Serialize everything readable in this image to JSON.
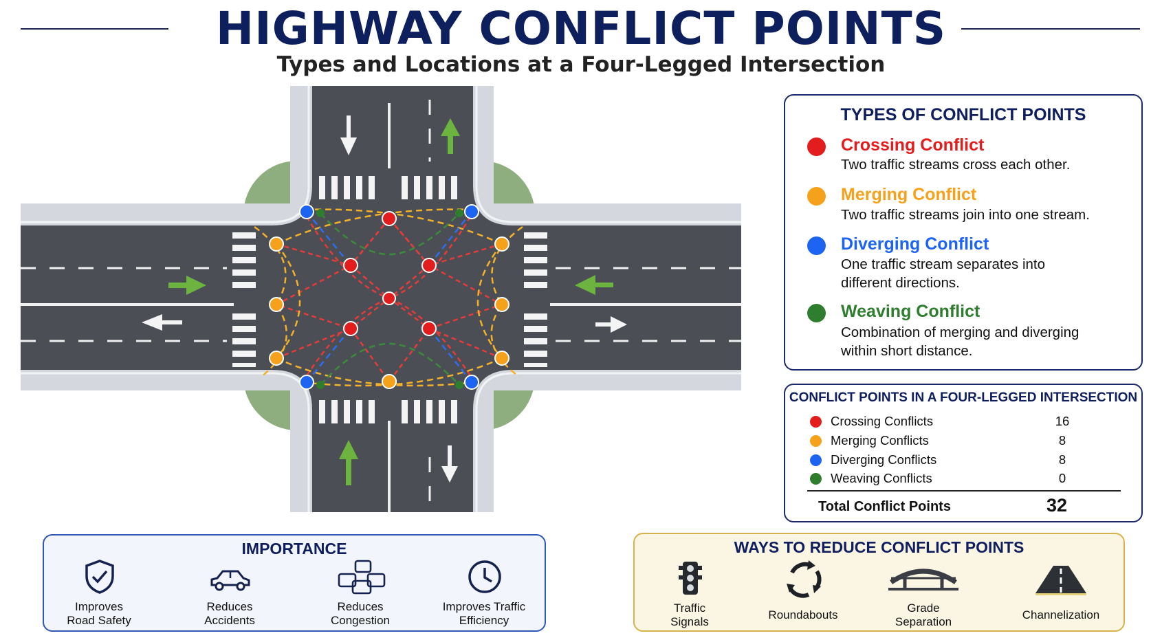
{
  "title": "HIGHWAY CONFLICT POINTS",
  "subtitle": "Types and Locations at a Four-Legged Intersection",
  "colors": {
    "crossing": "#e31d1d",
    "merging": "#f6a11b",
    "diverging": "#1d64f2",
    "weaving": "#2f7d2f",
    "navy": "#0f1e5e"
  },
  "types_panel": {
    "heading": "TYPES OF CONFLICT POINTS",
    "items": [
      {
        "name": "Crossing Conflict",
        "desc1": "Two traffic streams cross each other.",
        "desc2": ""
      },
      {
        "name": "Merging Conflict",
        "desc1": "Two traffic streams join into one stream.",
        "desc2": ""
      },
      {
        "name": "Diverging Conflict",
        "desc1": "One traffic stream separates into",
        "desc2": "different directions."
      },
      {
        "name": "Weaving Conflict",
        "desc1": "Combination of merging and diverging",
        "desc2": "within short distance."
      }
    ]
  },
  "counts_panel": {
    "heading": "CONFLICT POINTS IN A FOUR-LEGGED INTERSECTION",
    "rows": [
      {
        "label": "Crossing Conflicts",
        "value": "16"
      },
      {
        "label": "Merging Conflicts",
        "value": "8"
      },
      {
        "label": "Diverging Conflicts",
        "value": "8"
      },
      {
        "label": "Weaving Conflicts",
        "value": "0"
      }
    ],
    "total_label": "Total Conflict Points",
    "total_value": "32"
  },
  "importance": {
    "heading": "IMPORTANCE",
    "items": [
      {
        "icon": "shield-check-icon",
        "line1": "Improves",
        "line2": "Road Safety"
      },
      {
        "icon": "car-icon",
        "line1": "Reduces",
        "line2": "Accidents"
      },
      {
        "icon": "traffic-jam-icon",
        "line1": "Reduces",
        "line2": "Congestion"
      },
      {
        "icon": "clock-icon",
        "line1": "Improves Traffic",
        "line2": "Efficiency"
      }
    ]
  },
  "ways": {
    "heading": "WAYS TO REDUCE CONFLICT POINTS",
    "items": [
      {
        "icon": "traffic-light-icon",
        "line1": "Traffic",
        "line2": "Signals"
      },
      {
        "icon": "roundabout-icon",
        "line1": "Roundabouts",
        "line2": ""
      },
      {
        "icon": "bridge-icon",
        "line1": "Grade",
        "line2": "Separation"
      },
      {
        "icon": "road-icon",
        "line1": "Channelization",
        "line2": ""
      }
    ]
  }
}
